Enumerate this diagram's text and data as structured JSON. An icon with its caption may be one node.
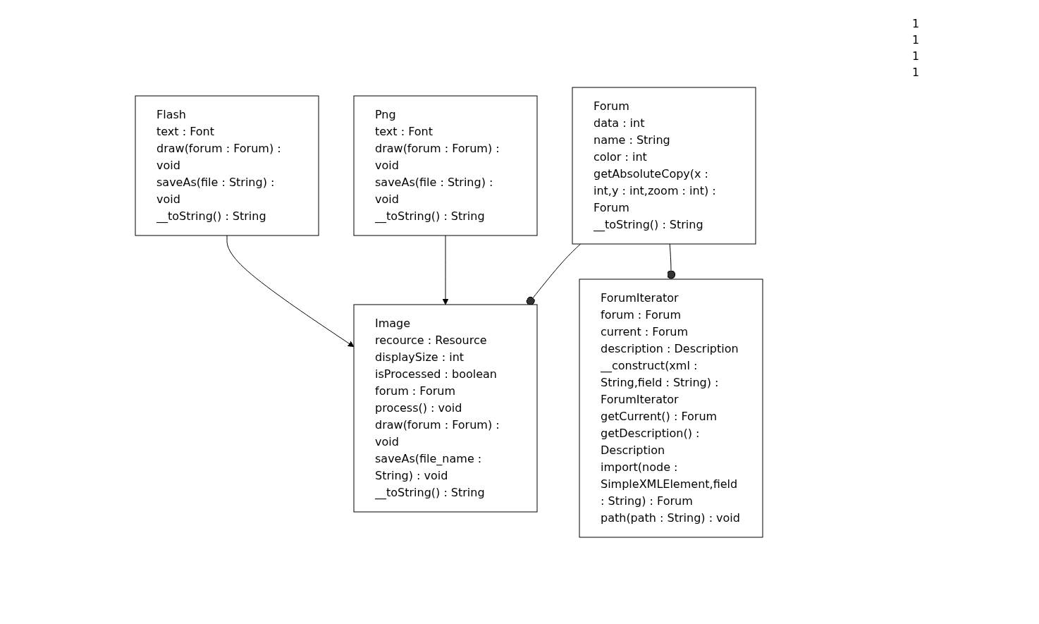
{
  "diagram": {
    "nodes": [
      {
        "text": [
          "Forum",
          "data : int",
          "name : String",
          "color : int",
          "getAbsoluteCopy(x : int,y : int,zoom : int) : Forum",
          "__toString() : String"
        ]
      },
      {
        "text": [
          "Image",
          "recource : Resource",
          "displaySize : int",
          "isProcessed : boolean",
          "forum : Forum",
          "process() : void",
          "draw(forum : Forum) : void",
          "saveAs(file_name : String) : void",
          "__toString() : String"
        ]
      },
      {
        "text": [
          "ForumIterator",
          "forum : Forum",
          "current : Forum",
          "description : Description",
          "__construct(xml : String,field : String) : ForumIterator",
          "getCurrent() : Forum",
          "getDescription() : Description",
          "import(node : SimpleXMLElement,field : String) : Forum",
          "path(path : String) : void"
        ]
      },
      {
        "text": [
          "Png",
          "text : Font",
          "draw(forum : Forum) : void",
          "saveAs(file : String) : void",
          "__toString() : String"
        ]
      },
      {
        "text": [
          "Flash",
          "text : Font",
          "draw(forum : Forum) : void",
          "saveAs(file : String) : void",
          "__toString() : String"
        ]
      }
    ],
    "edges": [
      {
        "from": 0,
        "to": 1,
        "arrow": "other"
      },
      {
        "from": 0,
        "to": 2,
        "arrow": "other"
      },
      {
        "from": 3,
        "to": 1,
        "arrow": "to"
      },
      {
        "from": 4,
        "to": 1,
        "arrow": "to"
      }
    ],
    "labels": [
      "1",
      "1",
      "1",
      "1"
    ]
  }
}
